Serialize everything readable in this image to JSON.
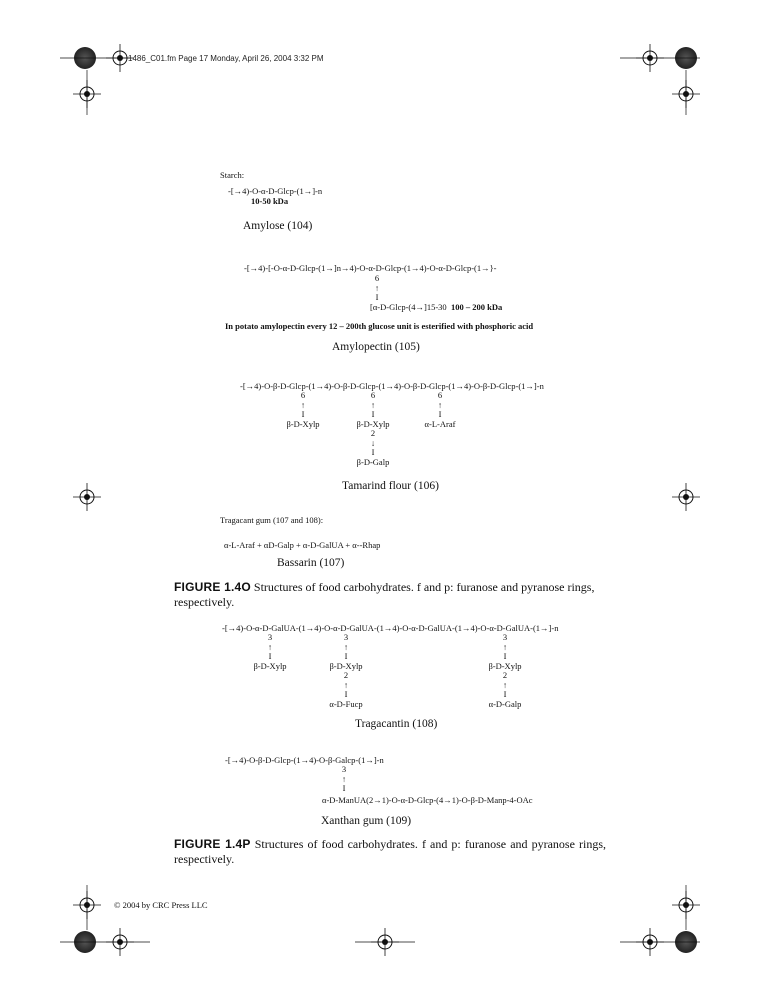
{
  "header": {
    "slug": "1486_C01.fm  Page 17  Monday, April 26, 2004  3:32 PM"
  },
  "starch": {
    "heading": "Starch:",
    "amylose_formula": "-[→4)-O-α-D-Glcp-(1→]-n",
    "amylose_mass": "10-50 kDa",
    "amylose_title": "Amylose (104)",
    "amylopectin_formula": "-[→4)-[-O-α-D-Glcp-(1→]n→4)-O-α-D-Glcp-(1→4)-O-α-D-Glcp-(1→}-",
    "amylopectin_pos": "6",
    "amylopectin_arrow": "↑",
    "amylopectin_bar": "I",
    "amylopectin_branch": "[α-D-Glcp-(4→]15-30",
    "amylopectin_mass": "100 – 200 kDa",
    "amylopectin_note": "In potato amylopectin every 12 – 200th glucose unit is esterified with phosphoric acid",
    "amylopectin_title": "Amylopectin (105)"
  },
  "tamarind": {
    "formula": "-[→4)-O-β-D-Glcp-(1→4)-O-β-D-Glcp-(1→4)-O-β-D-Glcp-(1→4)-O-β-D-Glcp-(1→]-n",
    "branch1": {
      "pos": "6",
      "arrow": "↑",
      "bar": "I",
      "label": "β-D-Xylp"
    },
    "branch2": {
      "pos": "6",
      "arrow": "↑",
      "bar": "I",
      "label": "β-D-Xylp",
      "pos2": "2",
      "arrow2": "↓",
      "bar2": "I",
      "label2": "β-D-Galp"
    },
    "branch3": {
      "pos": "6",
      "arrow": "↑",
      "bar": "I",
      "label": "α-L-Araf"
    },
    "title": "Tamarind flour (106)"
  },
  "tragacant": {
    "heading": "Tragacant gum (107 and 108):",
    "bassarin_formula": "α-L-Araf + αD-Galp +  α-D-GalUA + α--Rhap",
    "bassarin_title": "Bassarin (107)"
  },
  "caption_o": {
    "label": "FIGURE 1.4O",
    "text": "  Structures of food carbohydrates. f and p: furanose and pyranose rings, respectively."
  },
  "tragacantin": {
    "formula": "-[→4)-O-α-D-GalUA-(1→4)-O-α-D-GalUA-(1→4)-O-α-D-GalUA-(1→4)-O-α-D-GalUA-(1→]-n",
    "branch1": {
      "pos": "3",
      "arrow": "↑",
      "bar": "I",
      "label": "β-D-Xylp"
    },
    "branch2": {
      "pos": "3",
      "arrow": "↑",
      "bar": "I",
      "label": "β-D-Xylp",
      "pos2": "2",
      "arrow2": "↑",
      "bar2": "I",
      "label2": "α-D-Fucp"
    },
    "branch3": {
      "pos": "3",
      "arrow": "↑",
      "bar": "I",
      "label": "β-D-Xylp",
      "pos2": "2",
      "arrow2": "↑",
      "bar2": "I",
      "label2": "α-D-Galp"
    },
    "title": "Tragacantin (108)"
  },
  "xanthan": {
    "formula": "-[→4)-O-β-D-Glcp-(1→4)-O-β-Galcp-(1→]-n",
    "pos": "3",
    "arrow": "↑",
    "bar": "I",
    "branch": "α-D-ManUA(2→1)-O-α-D-Glcp-(4→1)-O-β-D-Manp-4-OAc",
    "title": "Xanthan  gum (109)"
  },
  "caption_p": {
    "label": "FIGURE 1.4P",
    "text": " Structures of food carbohydrates. f and p: furanose and pyranose rings, respectively."
  },
  "footer": {
    "copyright": "© 2004 by CRC Press LLC"
  }
}
